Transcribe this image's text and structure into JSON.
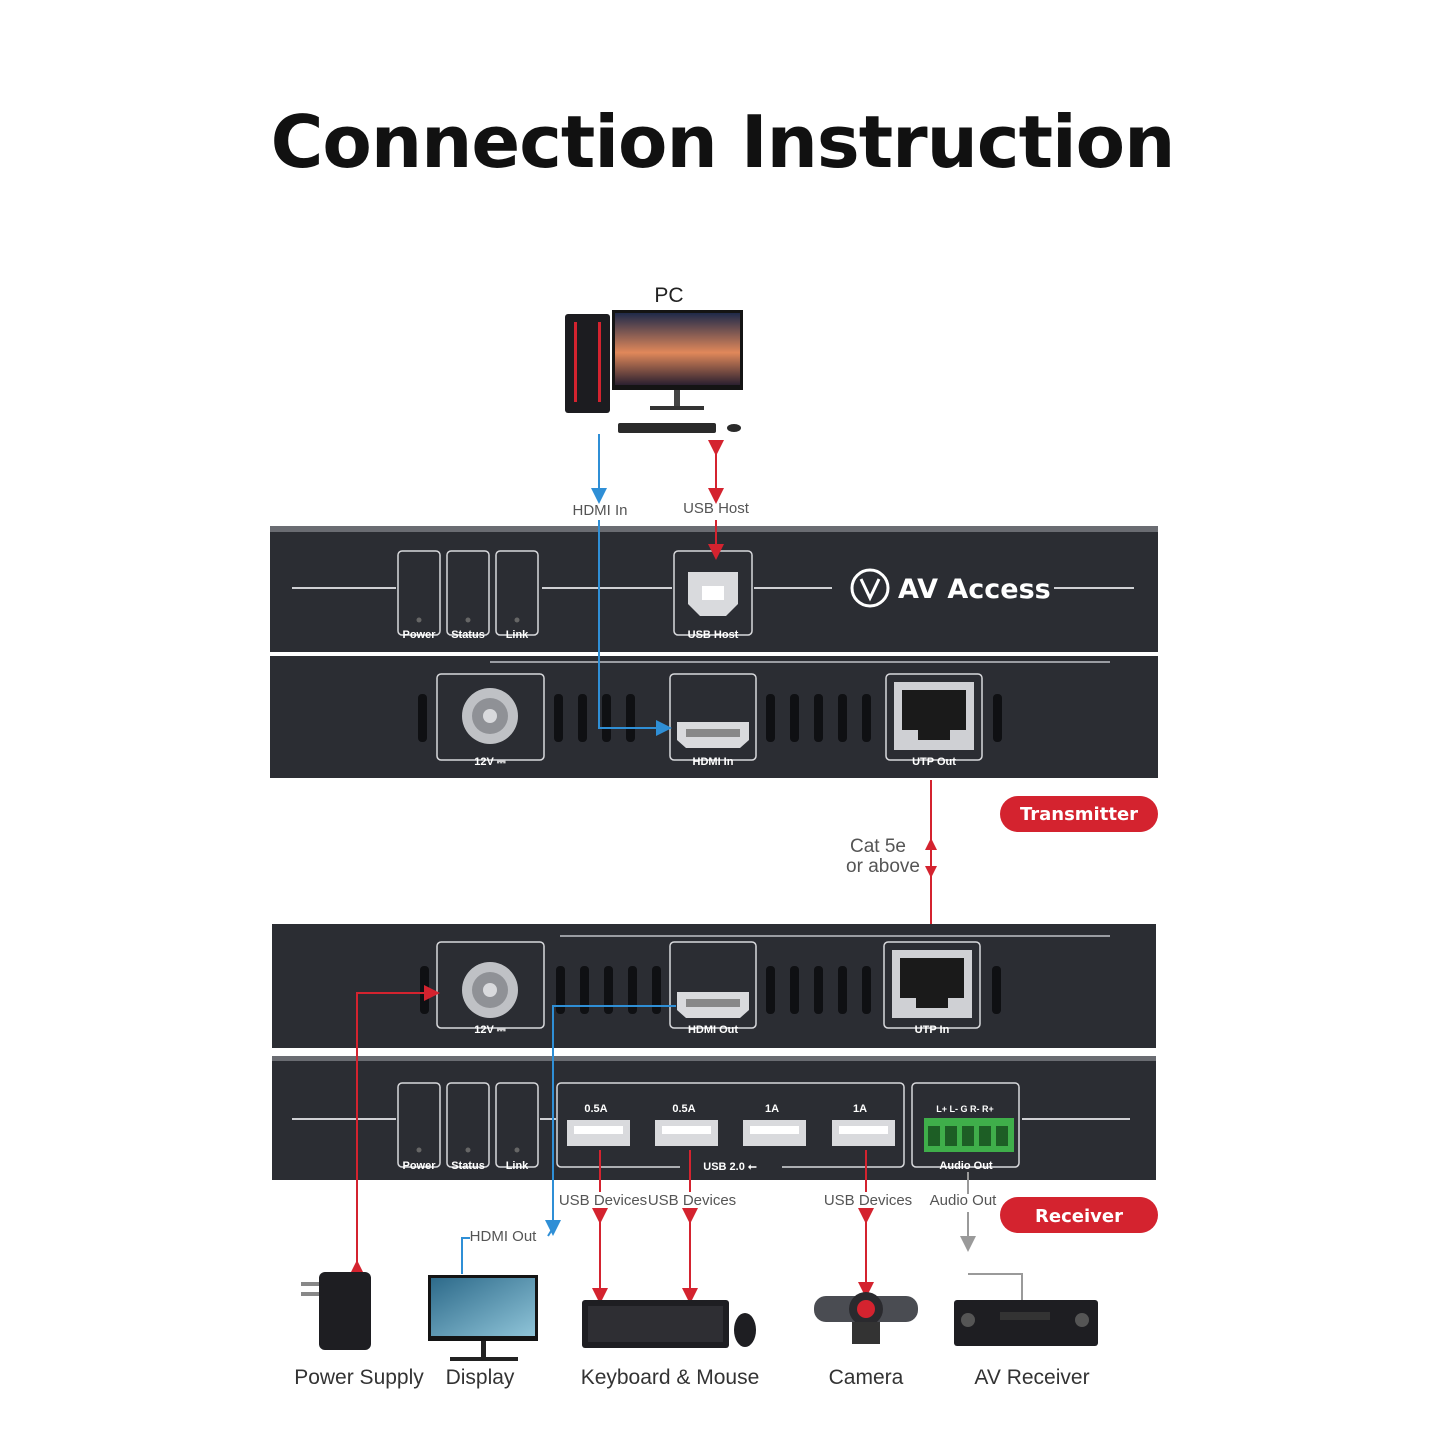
{
  "title": "Connection Instruction",
  "brand": "AV Access",
  "badges": {
    "transmitter": "Transmitter",
    "receiver": "Receiver"
  },
  "colors": {
    "red": "#d4232f",
    "blue": "#2f8fd6",
    "panel": "#2b2d33",
    "text": "#111111"
  },
  "pc": {
    "label": "PC",
    "hdmi_in": "HDMI In",
    "usb_host": "USB Host"
  },
  "transmitter": {
    "leds": [
      "Power",
      "Status",
      "Link"
    ],
    "usb_host": "USB Host",
    "dc_in": "12V ⎓",
    "hdmi_in": "HDMI In",
    "utp_out": "UTP Out"
  },
  "cable": {
    "line1": "Cat 5e",
    "line2": "or above"
  },
  "receiver": {
    "dc_in": "12V ⎓",
    "hdmi_out": "HDMI Out",
    "utp_in": "UTP In",
    "leds": [
      "Power",
      "Status",
      "Link"
    ],
    "usb_ratings": [
      "0.5A",
      "0.5A",
      "1A",
      "1A"
    ],
    "usb_group": "USB 2.0 ⭠",
    "audio_pins": "L+  L-  G  R-  R+",
    "audio_out": "Audio Out"
  },
  "connections": {
    "usb_devices": "USB Devices",
    "audio_out": "Audio Out",
    "hdmi_out": "HDMI Out"
  },
  "devices": [
    "Power Supply",
    "Display",
    "Keyboard & Mouse",
    "Camera",
    "AV Receiver"
  ]
}
